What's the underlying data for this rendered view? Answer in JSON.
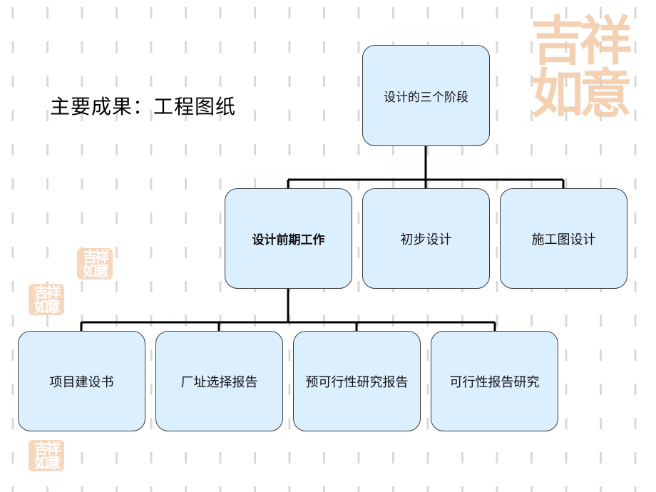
{
  "slide": {
    "title": "主要成果：工程图纸",
    "watermark_text": "吉祥如意"
  },
  "diagram": {
    "root": "设计的三个阶段",
    "level1": [
      "设计前期工作",
      "初步设计",
      "施工图设计"
    ],
    "level2": [
      "项目建设书",
      "厂址选择报告",
      "预可行性研究报告",
      "可行性报告研究"
    ]
  },
  "colors": {
    "box_fill": "#dcefff",
    "box_border": "#3b3b3b",
    "connector": "#000000",
    "dash_marks": "#d9d9d9",
    "watermark": "#f6d2b4"
  }
}
